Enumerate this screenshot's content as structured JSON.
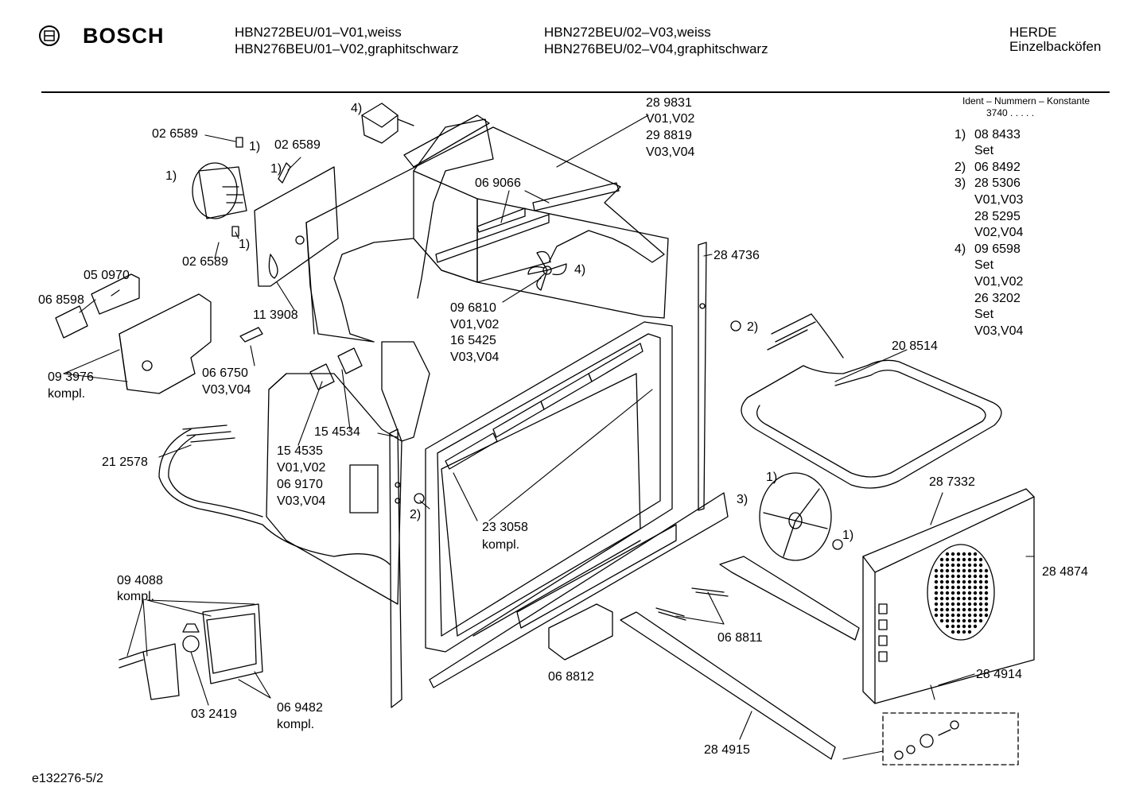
{
  "header": {
    "brand": "BOSCH",
    "models_left": [
      "HBN272BEU/01–V01,weiss",
      "HBN276BEU/01–V02,graphitschwarz"
    ],
    "models_right": [
      "HBN272BEU/02–V03,weiss",
      "HBN276BEU/02–V04,graphitschwarz"
    ],
    "category": [
      "HERDE",
      "Einzelbacköfen"
    ]
  },
  "ident": {
    "title": "Ident – Nummern – Konstante",
    "value": "3740  .  .  .  .  ."
  },
  "legend": [
    {
      "num": "1)",
      "lines": [
        "08 8433",
        "Set"
      ]
    },
    {
      "num": "2)",
      "lines": [
        "06 8492"
      ]
    },
    {
      "num": "3)",
      "lines": [
        "28 5306",
        "V01,V03",
        "28 5295",
        "V02,V04"
      ]
    },
    {
      "num": "4)",
      "lines": [
        "09 6598",
        "Set",
        "V01,V02",
        "26 3202",
        "Set",
        "V03,V04"
      ]
    }
  ],
  "labels": {
    "p026589a": "02 6589",
    "p026589b": "02 6589",
    "p026589c": "02 6589",
    "m1a": "1)",
    "m1b": "1)",
    "m1c": "1)",
    "m1d": "1)",
    "m4a": "4)",
    "p289831": "28 9831",
    "v0102a": "V01,V02",
    "p298819": "29 8819",
    "v0304a": "V03,V04",
    "p069066": "06 9066",
    "p050970": "05 0970",
    "p068598": "06 8598",
    "p113908": "11 3908",
    "p093976": "09 3976",
    "kompl_a": "kompl.",
    "p066750": "06 6750",
    "v0304b": "V03,V04",
    "p096810": "09 6810",
    "m4b": "4)",
    "v0102b": "V01,V02",
    "p165425": "16 5425",
    "v0304c": "V03,V04",
    "p284736": "28 4736",
    "m2a": "2)",
    "p208514": "20 8514",
    "p154534": "15 4534",
    "p154535": "15 4535",
    "v0102c": "V01,V02",
    "p069170": "06 9170",
    "v0304d": "V03,V04",
    "p212578": "21 2578",
    "m2b": "2)",
    "p233058": "23 3058",
    "kompl_b": "kompl.",
    "m3": "3)",
    "m1e": "1)",
    "m1f": "1)",
    "p287332": "28 7332",
    "p284874": "28 4874",
    "p094088": "09 4088",
    "kompl_c": "kompl.",
    "p068811": "06 8811",
    "p068812": "06 8812",
    "p284914": "28 4914",
    "p032419": "03 2419",
    "p069482": "06 9482",
    "kompl_d": "kompl.",
    "p284915": "28 4915"
  },
  "footer": {
    "code": "e132276-5/2"
  }
}
